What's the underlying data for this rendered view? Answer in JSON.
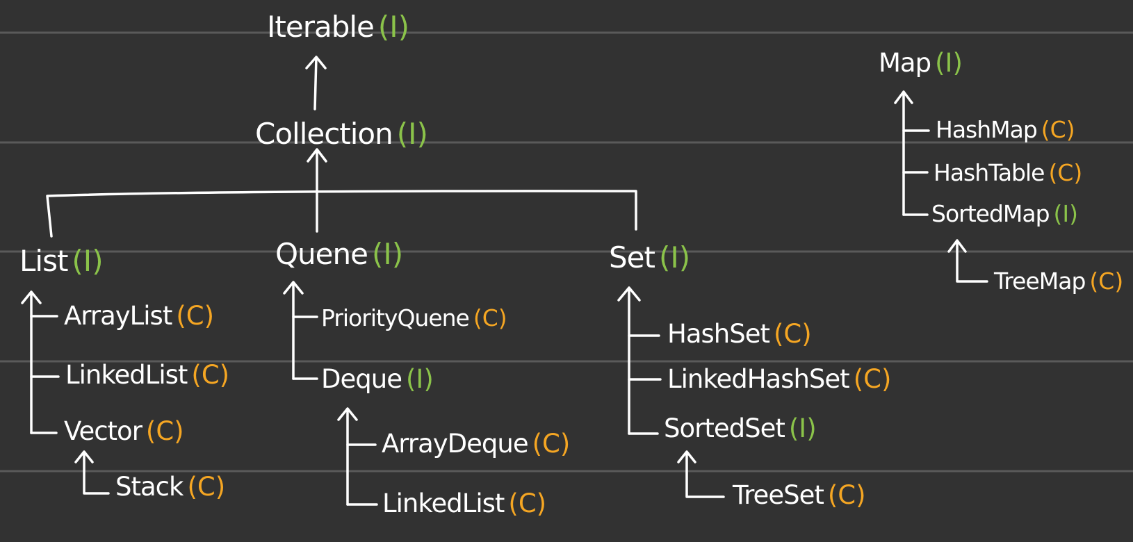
{
  "colors": {
    "background": "#323232",
    "ruled_line": "#5a5a5a",
    "ink": "#ffffff",
    "interface_tag": "#8bc34a",
    "class_tag": "#f5a623"
  },
  "nodes": {
    "iterable": {
      "name": "Iterable",
      "tag": "(I)"
    },
    "collection": {
      "name": "Collection",
      "tag": "(I)"
    },
    "list": {
      "name": "List",
      "tag": "(I)"
    },
    "queue": {
      "name": "Quene",
      "tag": "(I)"
    },
    "set": {
      "name": "Set",
      "tag": "(I)"
    },
    "array_list": {
      "name": "ArrayList",
      "tag": "(C)"
    },
    "linked_list": {
      "name": "LinkedList",
      "tag": "(C)"
    },
    "vector": {
      "name": "Vector",
      "tag": "(C)"
    },
    "stack": {
      "name": "Stack",
      "tag": "(C)"
    },
    "priority_queue": {
      "name": "PriorityQuene",
      "tag": "(C)"
    },
    "deque": {
      "name": "Deque",
      "tag": "(I)"
    },
    "array_deque": {
      "name": "ArrayDeque",
      "tag": "(C)"
    },
    "deque_linked_list": {
      "name": "LinkedList",
      "tag": "(C)"
    },
    "hash_set": {
      "name": "HashSet",
      "tag": "(C)"
    },
    "linked_hash_set": {
      "name": "LinkedHashSet",
      "tag": "(C)"
    },
    "sorted_set": {
      "name": "SortedSet",
      "tag": "(I)"
    },
    "tree_set": {
      "name": "TreeSet",
      "tag": "(C)"
    },
    "map": {
      "name": "Map",
      "tag": "(I)"
    },
    "hash_map": {
      "name": "HashMap",
      "tag": "(C)"
    },
    "hash_table": {
      "name": "HashTable",
      "tag": "(C)"
    },
    "sorted_map": {
      "name": "SortedMap",
      "tag": "(I)"
    },
    "tree_map": {
      "name": "TreeMap",
      "tag": "(C)"
    }
  }
}
